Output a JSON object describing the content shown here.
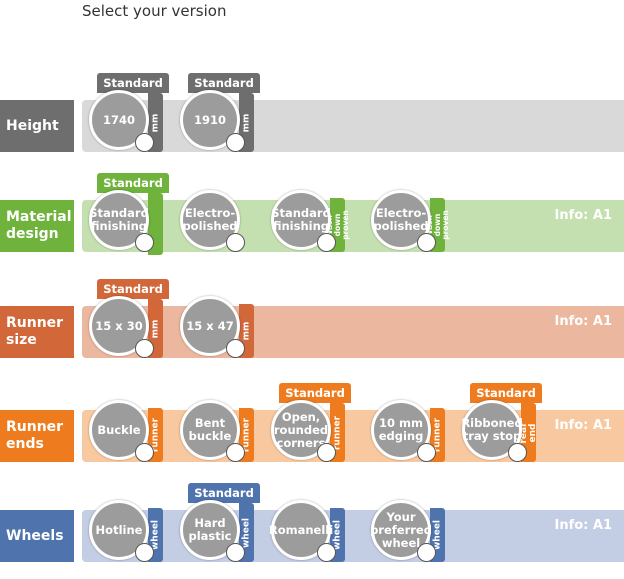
{
  "title": "Select your version",
  "colors": {
    "height": "#6e6e6e",
    "height_band": "#d9d9d9",
    "material": "#6fb23c",
    "material_band": "#c5e0b0",
    "runner_size": "#d2673a",
    "runner_size_band": "#ebb79f",
    "runner_ends": "#ee7c1e",
    "runner_ends_band": "#f8c9a0",
    "wheels": "#4f73ad",
    "wheels_band": "#c3cde4",
    "disc": "#9c9c9c"
  },
  "rows": [
    {
      "key": "height",
      "label": "Height",
      "info": "",
      "options": [
        {
          "text": "1740",
          "tab": "mm",
          "standard": "Standard"
        },
        {
          "text": "1910",
          "tab": "mm",
          "standard": "Standard"
        }
      ]
    },
    {
      "key": "material",
      "label": "Material\ndesign",
      "info": "Info: A1",
      "options": [
        {
          "text": "Standard\nfinishing",
          "tab": "",
          "standard": "Standard"
        },
        {
          "text": "Electro-\npolished",
          "tab": "",
          "standard": ""
        },
        {
          "text": "Standard\nfinishing",
          "tab": "Wash-down\nproven",
          "standard": ""
        },
        {
          "text": "Electro-\npolished",
          "tab": "Wash-down\nproven",
          "standard": ""
        }
      ]
    },
    {
      "key": "runner_size",
      "label": "Runner\nsize",
      "info": "Info: A1",
      "options": [
        {
          "text": "15 x 30",
          "tab": "mm",
          "standard": "Standard"
        },
        {
          "text": "15 x 47",
          "tab": "mm",
          "standard": ""
        }
      ]
    },
    {
      "key": "runner_ends",
      "label": "Runner\nends",
      "info": "Info: A1",
      "options": [
        {
          "text": "Buckle",
          "tab": "runner",
          "standard": ""
        },
        {
          "text": "Bent\nbuckle",
          "tab": "runner",
          "standard": ""
        },
        {
          "text": "Open,\nrounded\ncorners",
          "tab": "runner",
          "standard": "Standard"
        },
        {
          "text": "10 mm\nedging",
          "tab": "runner",
          "standard": ""
        },
        {
          "text": "Ribboned\ntray stop",
          "tab": "rear end",
          "standard": "Standard"
        }
      ]
    },
    {
      "key": "wheels",
      "label": "Wheels",
      "info": "Info: A1",
      "options": [
        {
          "text": "Hotline",
          "tab": "wheel",
          "standard": ""
        },
        {
          "text": "Hard\nplastic",
          "tab": "wheel",
          "standard": "Standard"
        },
        {
          "text": "Romanelli",
          "tab": "wheel",
          "standard": ""
        },
        {
          "text": "Your\npreferred\nwheel",
          "tab": "wheel",
          "standard": ""
        }
      ]
    }
  ]
}
